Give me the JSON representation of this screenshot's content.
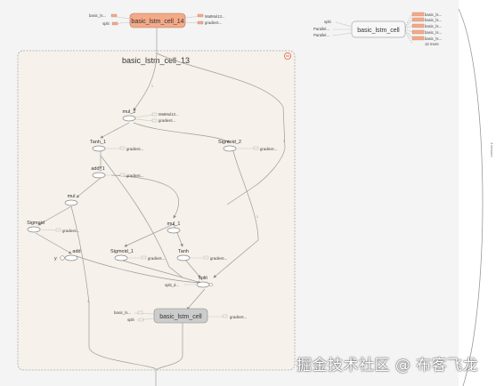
{
  "graph": {
    "cluster_title": "basic_lstm_cell_13",
    "top_node": "basic_lstm_cell_14",
    "top_inputs": [
      "basic_ls...",
      "split"
    ],
    "top_outputs": [
      "MatMul13...",
      "gradient..."
    ],
    "right_node": "basic_lstm_cell",
    "right_inputs": [
      "split",
      "Parallel...",
      "Parallel..."
    ],
    "right_outputs": [
      "basic_ls...",
      "basic_ls...",
      "basic_ls...",
      "basic_ls...",
      "basic_ls..."
    ],
    "right_more": "12 more",
    "bottom_node": "basic_lstm_cell",
    "bottom_inputs": [
      "basic_ls...",
      "split"
    ],
    "bottom_output": "gradient...",
    "ops": {
      "mul_2": "mul_2",
      "tanh_1": "Tanh_1",
      "sigmoid_2": "Sigmoid_2",
      "add_1": "add_1",
      "mul": "mul",
      "sigmoid": "Sigmoid",
      "mul_1": "mul_1",
      "add": "add",
      "sigmoid_1": "Sigmoid_1",
      "tanh": "Tanh",
      "split": "split"
    },
    "aux": {
      "mul2_a": "MatMul13...",
      "mul2_b": "gradient...",
      "tanh1": "gradient...",
      "sigmoid2": "gradient...",
      "add1": "gradient...",
      "sigmoid": "gradient...",
      "sigmoid1": "gradient...",
      "tanh": "gradient...",
      "split_in": "split_d..."
    },
    "y_label": "y",
    "right_edge_label": "4 tensors"
  },
  "watermark": "掘金技术社区 @ 布客飞龙",
  "colors": {
    "cluster_fill": "#f6f1ea",
    "top_node_fill": "#f4a988",
    "bottom_node_fill": "#cccccc",
    "right_output_fill": "#f4a988",
    "edge": "#999999"
  }
}
